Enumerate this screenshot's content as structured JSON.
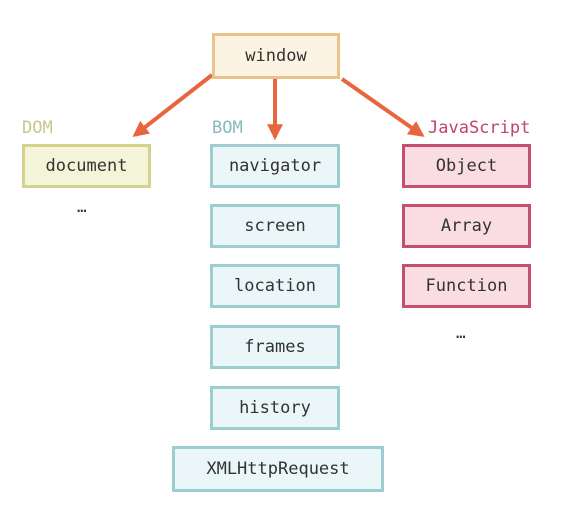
{
  "colors": {
    "arrow": "#e8663d",
    "window_border": "#e8c48c",
    "dom_border": "#d4d38e",
    "bom_border": "#9dcdd1",
    "js_border": "#c44f6e"
  },
  "root": {
    "label": "window"
  },
  "groups": {
    "dom": {
      "title": "DOM",
      "items": [
        "document"
      ],
      "more": "…"
    },
    "bom": {
      "title": "BOM",
      "items": [
        "navigator",
        "screen",
        "location",
        "frames",
        "history",
        "XMLHttpRequest"
      ]
    },
    "js": {
      "title": "JavaScript",
      "items": [
        "Object",
        "Array",
        "Function"
      ],
      "more": "…"
    }
  }
}
